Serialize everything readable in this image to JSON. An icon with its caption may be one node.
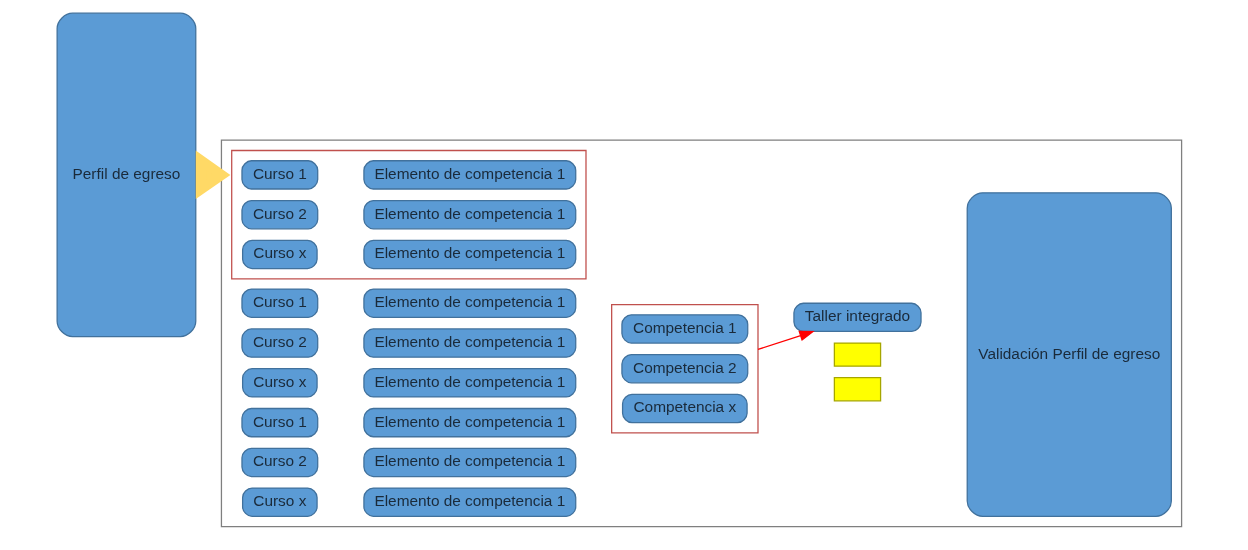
{
  "diagram": {
    "nodes": [
      {
        "text": [
          "Perfil de egreso"
        ]
      },
      {
        "text": [],
        "shape": "box"
      },
      {
        "text": [],
        "shape": "box",
        "in": 1
      },
      {
        "text": [
          "Curso 1"
        ],
        "in": 2
      },
      {
        "text": [
          "Elemento de competencia 1"
        ],
        "in": 2
      },
      {
        "text": [
          "Curso 2"
        ],
        "in": 2
      },
      {
        "text": [
          "Elemento de competencia 1"
        ],
        "in": 2
      },
      {
        "text": [
          "Curso x"
        ],
        "in": 2
      },
      {
        "text": [
          "Elemento de competencia 1"
        ],
        "in": 2
      },
      {
        "text": [
          "Curso 1"
        ],
        "in": 1
      },
      {
        "text": [
          "Elemento de competencia 1"
        ],
        "in": 1
      },
      {
        "text": [
          "Curso 2"
        ],
        "in": 1
      },
      {
        "text": [
          "Elemento de competencia 1"
        ],
        "in": 1
      },
      {
        "text": [
          "Curso x"
        ],
        "in": 1
      },
      {
        "text": [
          "Elemento de competencia 1"
        ],
        "in": 1
      },
      {
        "text": [
          "Curso 1"
        ],
        "in": 1
      },
      {
        "text": [
          "Elemento de competencia 1"
        ],
        "in": 1
      },
      {
        "text": [
          "Curso 2"
        ],
        "in": 1
      },
      {
        "text": [
          "Elemento de competencia 1"
        ],
        "in": 1
      },
      {
        "text": [
          "Curso x"
        ],
        "in": 1
      },
      {
        "text": [
          "Elemento de competencia 1"
        ],
        "in": 1
      },
      {
        "text": [],
        "shape": "box",
        "in": 1
      },
      {
        "text": [
          "Competencia 1"
        ],
        "in": 21
      },
      {
        "text": [
          "Competencia 2"
        ],
        "in": 21
      },
      {
        "text": [
          "Competencia x"
        ],
        "in": 21
      },
      {
        "text": [],
        "shape": "box",
        "in": 1
      },
      {
        "text": [],
        "shape": "box",
        "in": 1
      },
      {
        "text": [
          "Validación Perfil de egreso"
        ],
        "in": 1
      },
      {
        "text": [
          "Taller integrado"
        ],
        "in": 1
      }
    ],
    "edges": [
      {
        "from": 0,
        "to": 1,
        "arrow": "to",
        "style": "thick",
        "color": "#ffd966"
      },
      {
        "from": 21,
        "to": 28,
        "arrow": "to",
        "color": "#ff0000"
      }
    ]
  }
}
